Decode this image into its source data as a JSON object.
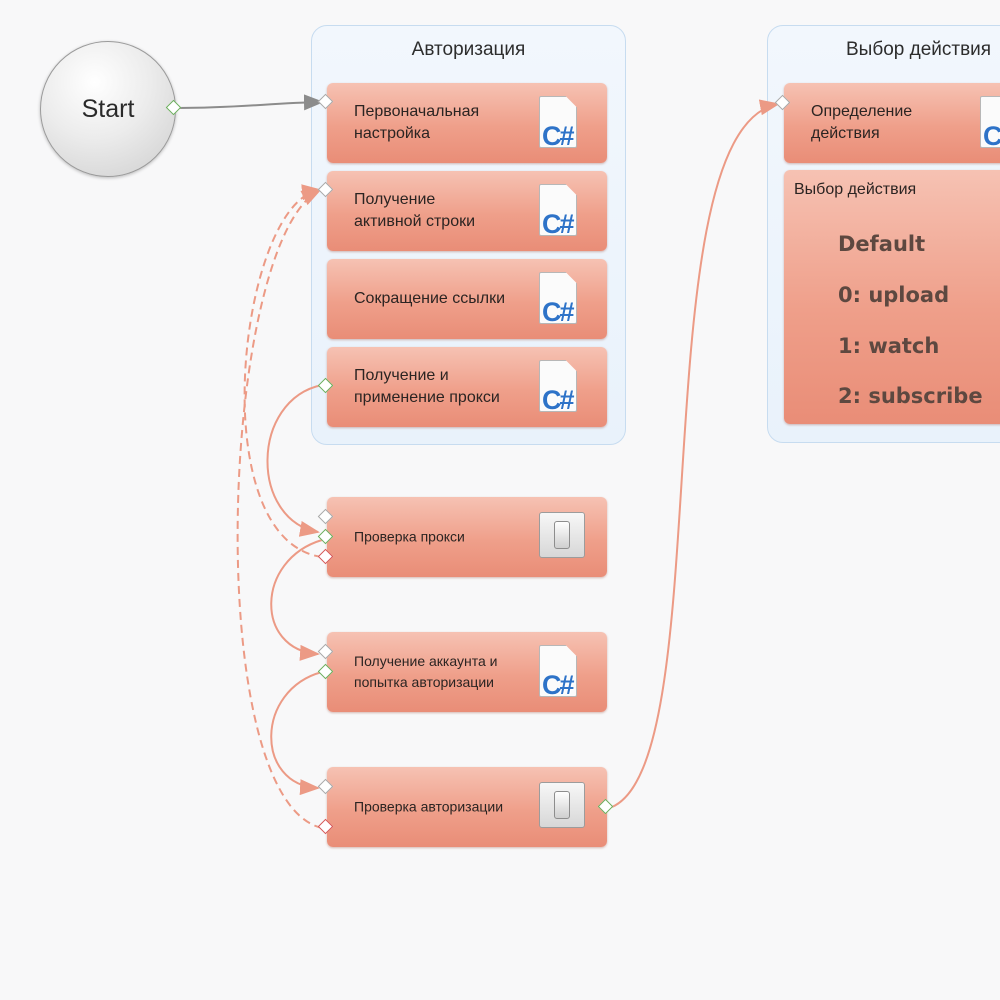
{
  "start": {
    "label": "Start"
  },
  "groups": {
    "auth": {
      "title": "Авторизация",
      "actions": [
        {
          "label": "Первоначальная\nнастройка",
          "icon": "csharp-script-icon"
        },
        {
          "label": "Получение\nактивной строки",
          "icon": "csharp-script-icon"
        },
        {
          "label": "Сокращение ссылки",
          "icon": "csharp-script-icon"
        },
        {
          "label": "Получение и\nприменение прокси",
          "icon": "csharp-script-icon"
        }
      ]
    },
    "choice": {
      "title": "Выбор действия",
      "actions": [
        {
          "label": "Определение\nдействия",
          "icon": "csharp-script-icon"
        }
      ],
      "switch": {
        "title": "Выбор действия",
        "cases": [
          "Default",
          "0: upload",
          "1: watch",
          "2: subscribe"
        ]
      }
    }
  },
  "standalone": [
    {
      "label": "Проверка прокси",
      "icon": "switch-toggle-icon"
    },
    {
      "label": "Получение аккаунта и\nпопытка авторизации",
      "icon": "csharp-script-icon"
    },
    {
      "label": "Проверка авторизации",
      "icon": "switch-toggle-icon"
    }
  ],
  "icons": {
    "csharp_text": "C#"
  },
  "colors": {
    "action_top": "#f6c2b3",
    "action_bottom": "#e98d77",
    "group_border": "#c7dcf0",
    "link_default": "#8c8c8c",
    "link_success": "#ec9a85",
    "port_success": "#6aae5b",
    "port_error": "#d55555"
  }
}
